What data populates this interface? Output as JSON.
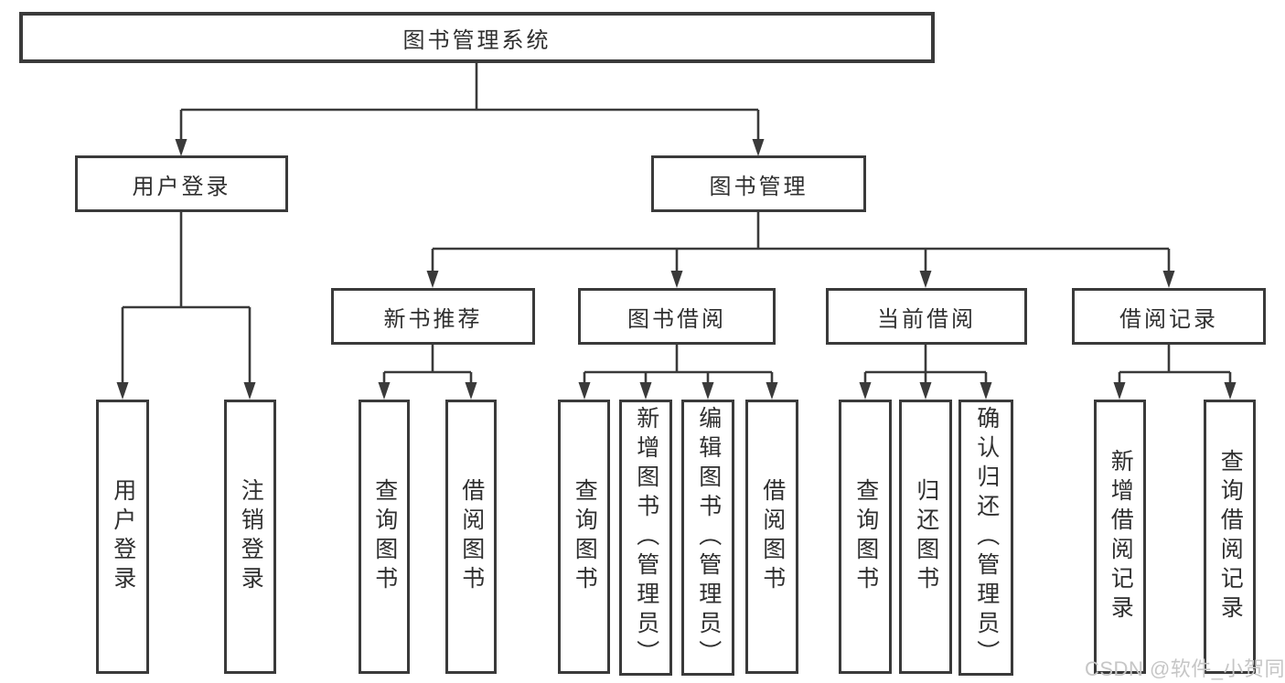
{
  "tree": {
    "label": "图书管理系统",
    "children": [
      {
        "label": "用户登录",
        "children": [
          {
            "label": "用户登录"
          },
          {
            "label": "注销登录"
          }
        ]
      },
      {
        "label": "图书管理",
        "children": [
          {
            "label": "新书推荐",
            "children": [
              {
                "label": "查询图书"
              },
              {
                "label": "借阅图书"
              }
            ]
          },
          {
            "label": "图书借阅",
            "children": [
              {
                "label": "查询图书"
              },
              {
                "label": "新增图书（管理员）"
              },
              {
                "label": "编辑图书（管理员）"
              },
              {
                "label": "借阅图书"
              }
            ]
          },
          {
            "label": "当前借阅",
            "children": [
              {
                "label": "查询图书"
              },
              {
                "label": "归还图书"
              },
              {
                "label": "确认归还（管理员）"
              }
            ]
          },
          {
            "label": "借阅记录",
            "children": [
              {
                "label": "新增借阅记录"
              },
              {
                "label": "查询借阅记录"
              }
            ]
          }
        ]
      }
    ]
  },
  "watermark": {
    "text": "CSDN @软件_小贺同学",
    "color": "#c6c6c6"
  },
  "colors": {
    "line": "#3a3a3a",
    "border": "#3a3a3a",
    "text": "#2f2f2f",
    "background": "#ffffff"
  }
}
